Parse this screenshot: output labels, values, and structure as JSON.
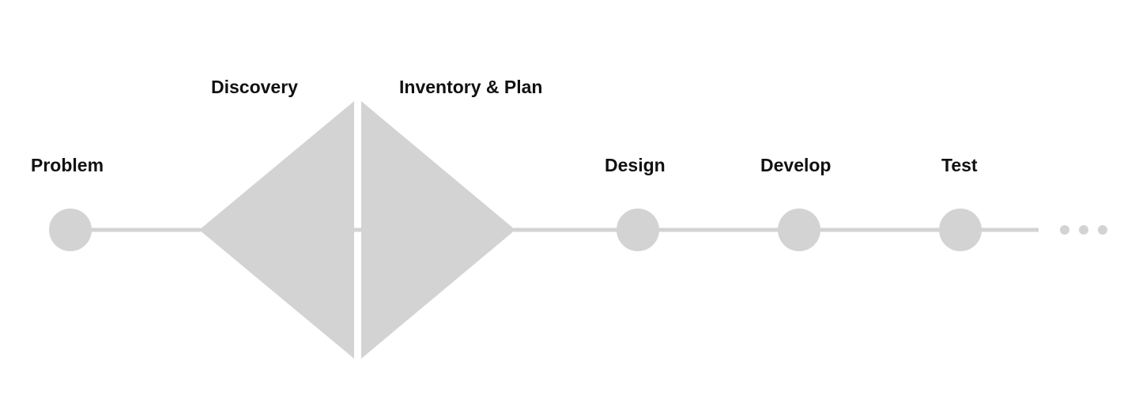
{
  "colors": {
    "shape": "#d3d3d3",
    "text": "#111111",
    "background": "#ffffff"
  },
  "stages": {
    "problem": "Problem",
    "discovery": "Discovery",
    "inventory_plan": "Inventory & Plan",
    "design": "Design",
    "develop": "Develop",
    "test": "Test"
  }
}
